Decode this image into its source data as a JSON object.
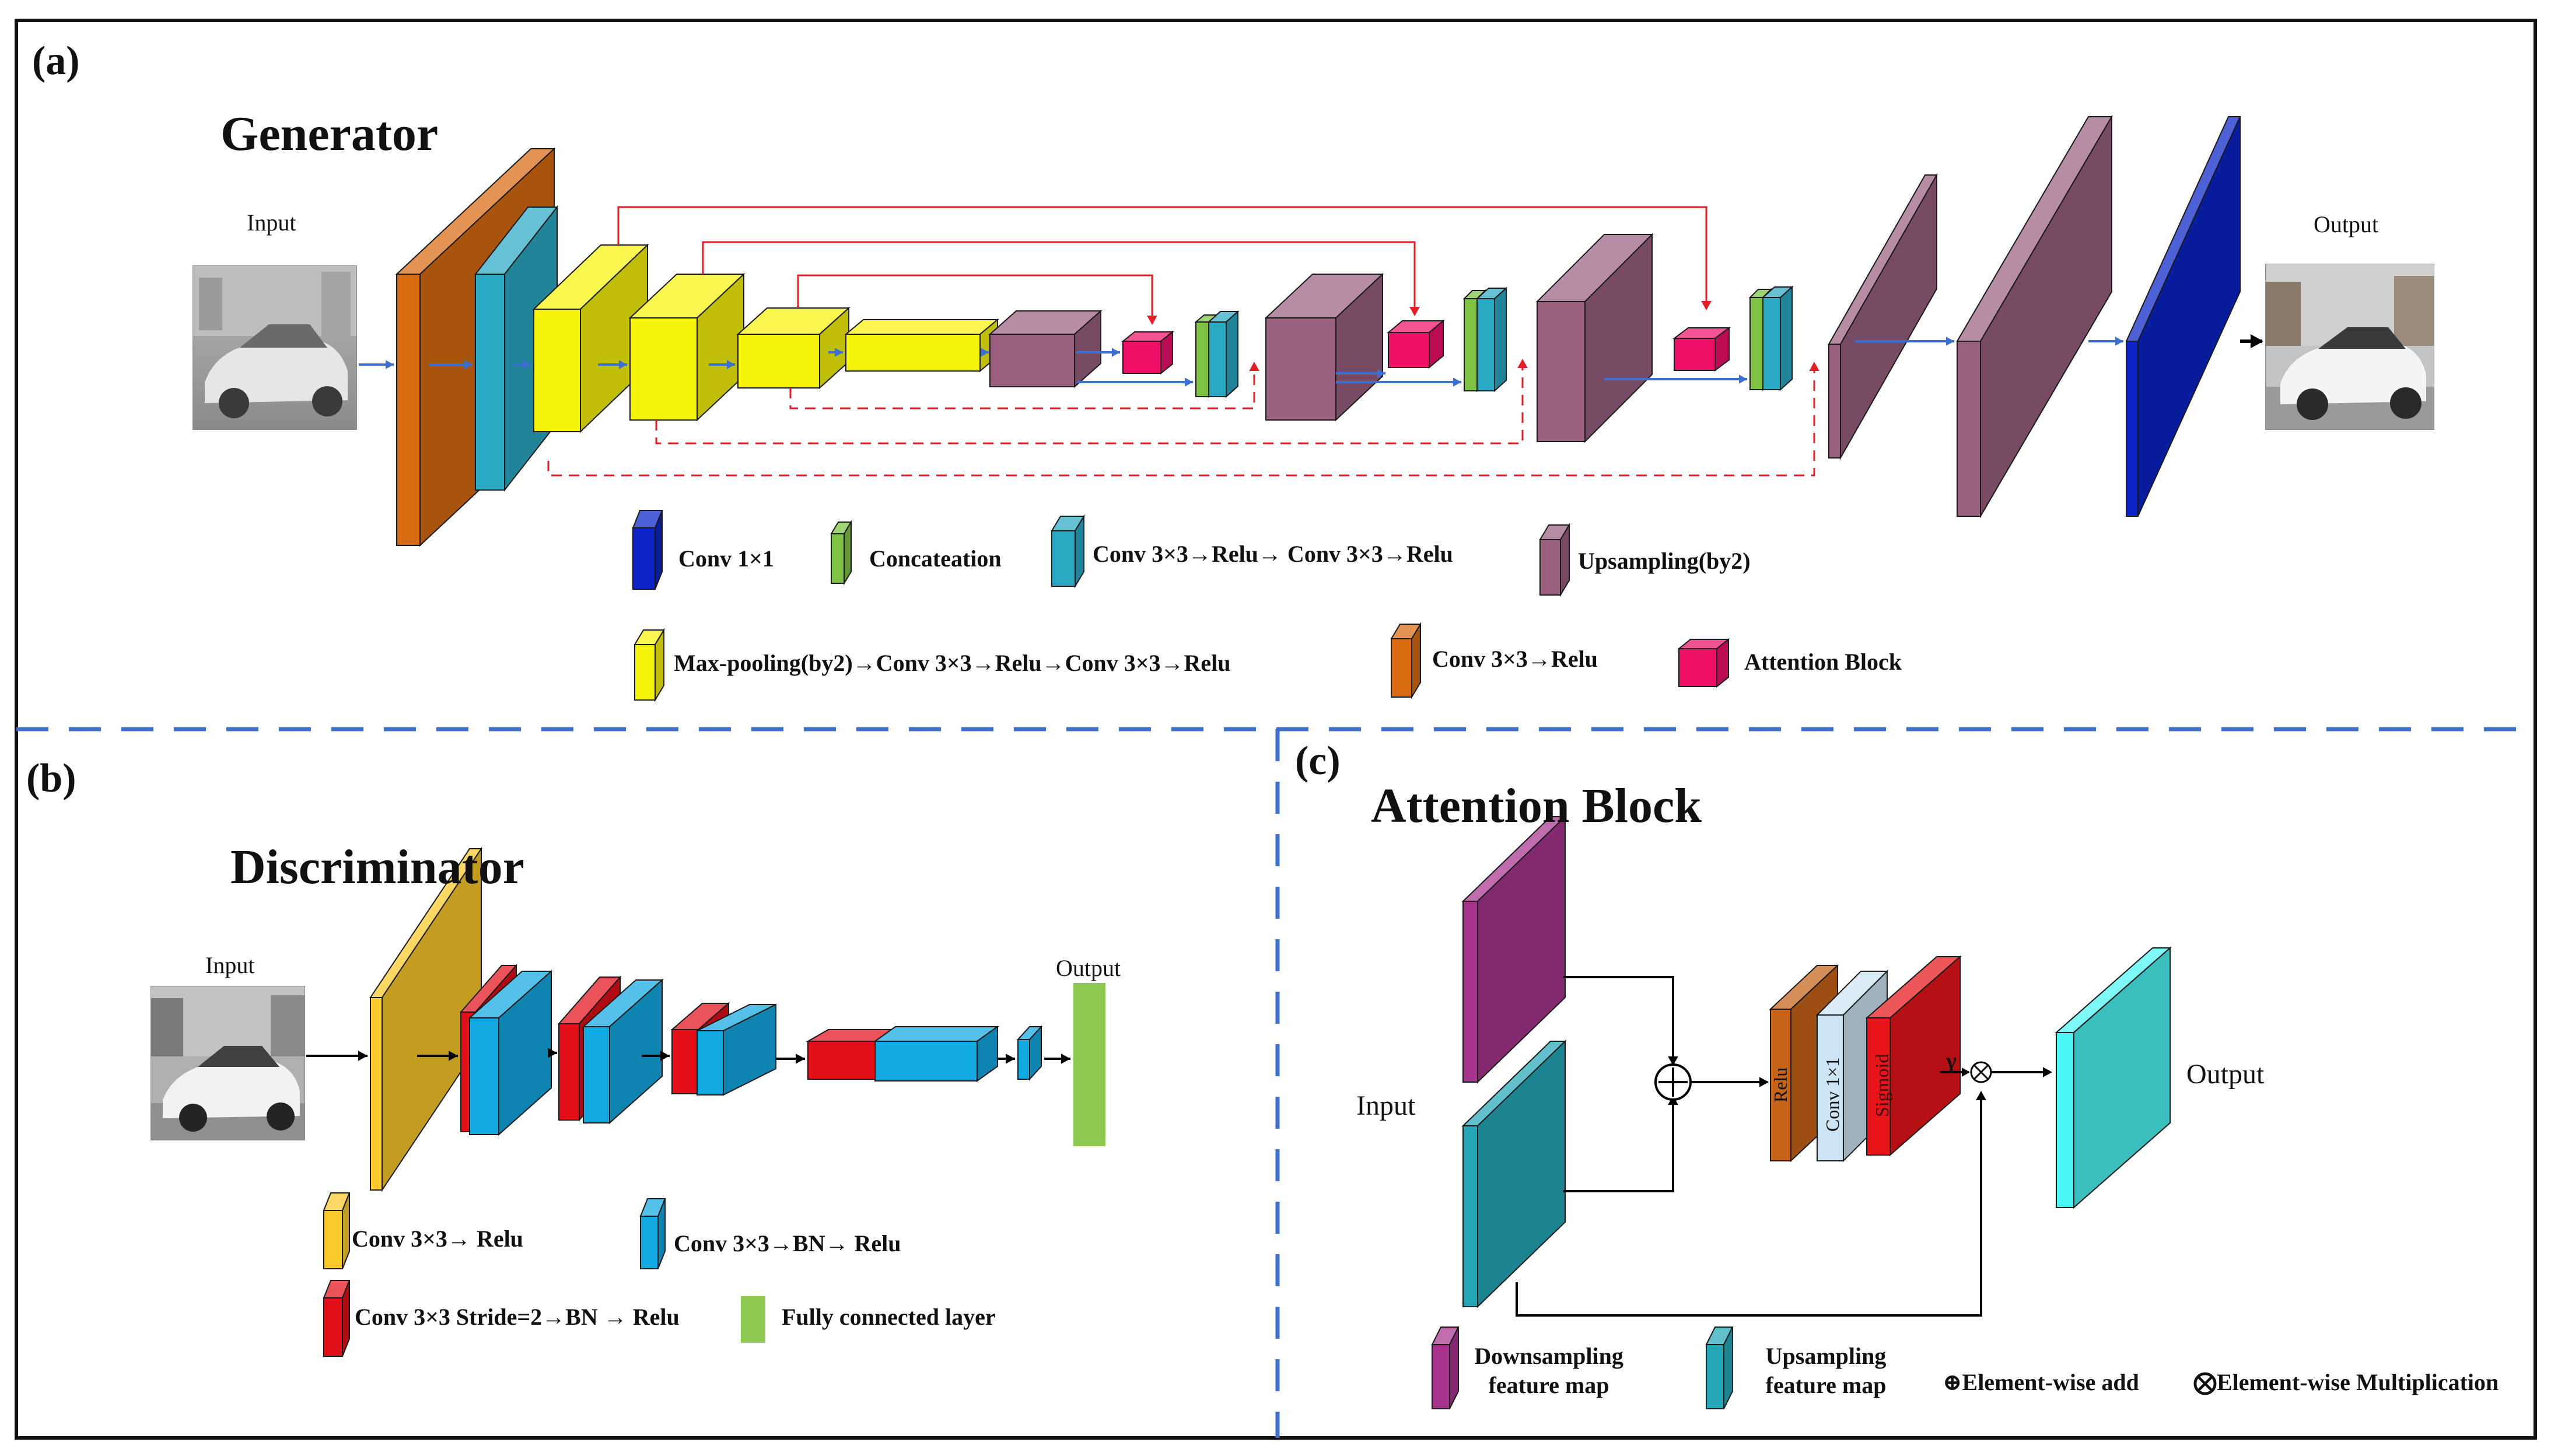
{
  "colors": {
    "conv1x1": "#0a24c8",
    "concat": "#7dc242",
    "conv_relu_pair": "#2aa9c4",
    "upsampling": "#9a6080",
    "maxpool_conv": "#f6f40a",
    "conv_relu_orange": "#d86a12",
    "attention": "#f0106a",
    "disc_yellow": "#fac92a",
    "disc_blue": "#13a9e3",
    "disc_red": "#e3101a",
    "disc_fc": "#8dc850",
    "att_magenta": "#a8348e",
    "att_teal": "#24a8b8",
    "att_relu": "#c86418",
    "att_conv": "#cde4f4",
    "att_sigmoid": "#e81518",
    "att_output": "#4cf4f4",
    "skip_arrow": "#e31e24",
    "flow_arrow": "#3b6fd0",
    "divider": "#3f6fc8"
  },
  "panel_a": {
    "label": "(a)",
    "title": "Generator",
    "input_label": "Input",
    "output_label": "Output",
    "legend": {
      "conv1x1": "Conv 1×1",
      "concat": "Concateation",
      "conv_relu_pair": "Conv 3×3→Relu→ Conv 3×3→Relu",
      "upsampling": "Upsampling(by2)",
      "maxpool": "Max-pooling(by2)→Conv 3×3→Relu→Conv 3×3→Relu",
      "conv_relu": "Conv 3×3→Relu",
      "attention": "Attention Block"
    }
  },
  "panel_b": {
    "label": "(b)",
    "title": "Discriminator",
    "input_label": "Input",
    "output_label": "Output",
    "legend": {
      "conv_relu": "Conv 3×3→ Relu",
      "conv_bn_relu": "Conv 3×3→BN→ Relu",
      "conv_stride": "Conv 3×3 Stride=2→BN → Relu",
      "fc": "Fully connected layer"
    }
  },
  "panel_c": {
    "label": "(c)",
    "title": "Attention Block",
    "input_label": "Input",
    "output_label": "Output",
    "relu_label": "Relu",
    "conv_label": "Conv 1×1",
    "sigmoid_label": "Sigmoid",
    "gamma": "γ",
    "legend": {
      "downsampling": "Downsampling feature map",
      "upsampling": "Upsampling feature map",
      "add": "⊕Element-wise add",
      "mult": "⨂Element-wise Multiplication"
    }
  }
}
